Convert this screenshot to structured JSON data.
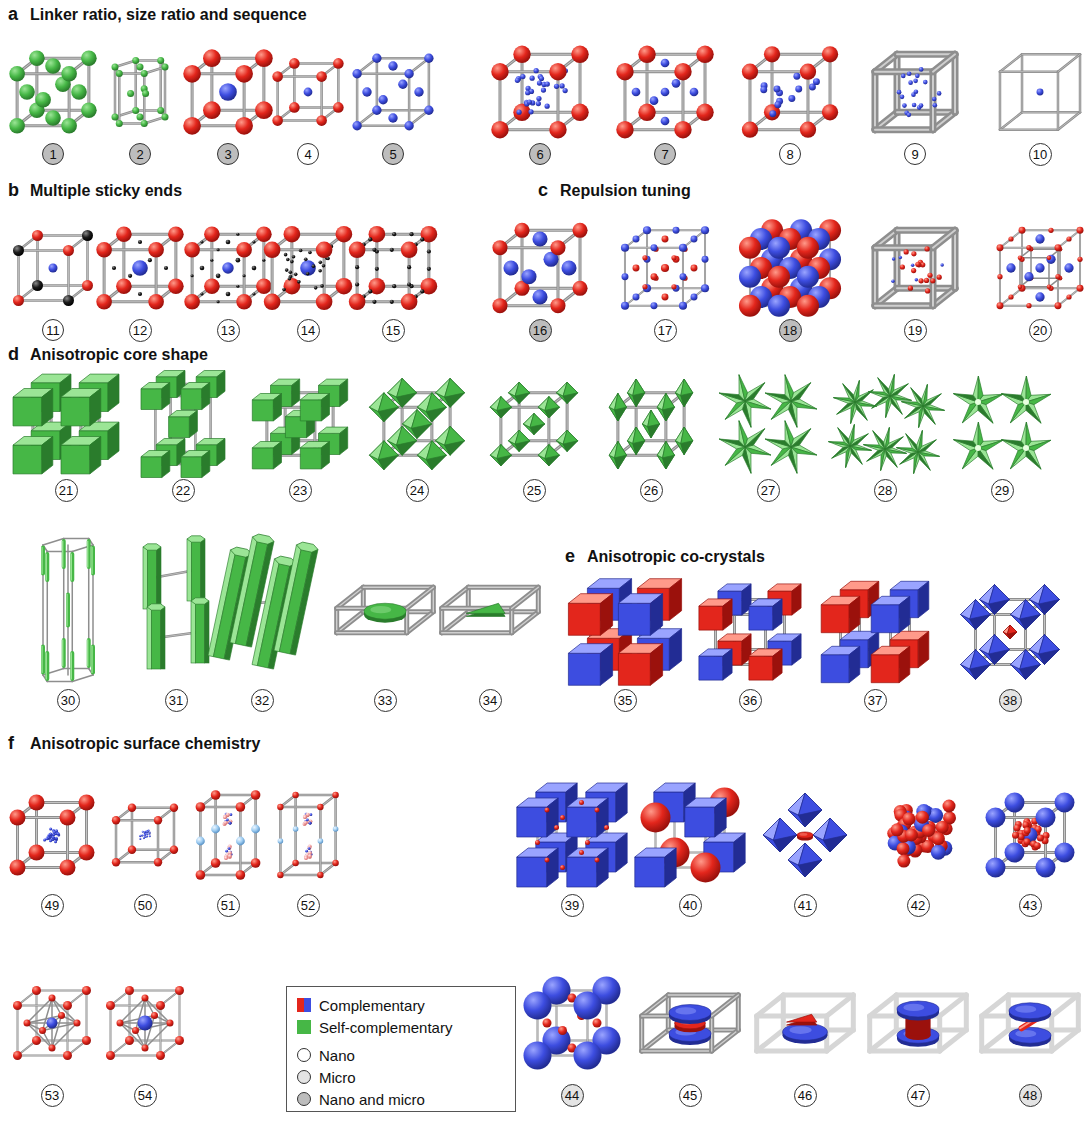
{
  "diagram": {
    "nodes": [
      {
        "text": [
          "1"
        ]
      },
      {
        "text": [
          "2"
        ]
      },
      {
        "text": [
          "3"
        ]
      },
      {
        "text": [
          "4"
        ]
      },
      {
        "text": [
          "5"
        ]
      },
      {
        "text": [
          "6"
        ]
      },
      {
        "text": [
          "7"
        ]
      },
      {
        "text": [
          "8"
        ]
      },
      {
        "text": [
          "9"
        ]
      },
      {
        "text": [
          "10"
        ]
      },
      {
        "text": [
          "11"
        ]
      },
      {
        "text": [
          "12"
        ]
      },
      {
        "text": [
          "13"
        ]
      },
      {
        "text": [
          "14"
        ]
      },
      {
        "text": [
          "15"
        ]
      },
      {
        "text": [
          "16"
        ]
      },
      {
        "text": [
          "17"
        ]
      },
      {
        "text": [
          "18"
        ]
      },
      {
        "text": [
          "19"
        ]
      },
      {
        "text": [
          "20"
        ]
      },
      {
        "text": [
          "21"
        ]
      },
      {
        "text": [
          "22"
        ]
      },
      {
        "text": [
          "23"
        ]
      },
      {
        "text": [
          "24"
        ]
      },
      {
        "text": [
          "25"
        ]
      },
      {
        "text": [
          "26"
        ]
      },
      {
        "text": [
          "27"
        ]
      },
      {
        "text": [
          "28"
        ]
      },
      {
        "text": [
          "29"
        ]
      },
      {
        "text": [
          "30"
        ]
      },
      {
        "text": [
          "31"
        ]
      },
      {
        "text": [
          "32"
        ]
      },
      {
        "text": [
          "33"
        ]
      },
      {
        "text": [
          "34"
        ]
      },
      {
        "text": [
          "35"
        ]
      },
      {
        "text": [
          "36"
        ]
      },
      {
        "text": [
          "37"
        ]
      },
      {
        "text": [
          "38"
        ]
      },
      {
        "text": [
          "39"
        ]
      },
      {
        "text": [
          "40"
        ]
      },
      {
        "text": [
          "41"
        ]
      },
      {
        "text": [
          "42"
        ]
      },
      {
        "text": [
          "43"
        ]
      },
      {
        "text": [
          "44"
        ]
      },
      {
        "text": [
          "45"
        ]
      },
      {
        "text": [
          "46"
        ]
      },
      {
        "text": [
          "47"
        ]
      },
      {
        "text": [
          "48"
        ]
      },
      {
        "text": [
          "49"
        ]
      },
      {
        "text": [
          "50"
        ]
      },
      {
        "text": [
          "51"
        ]
      },
      {
        "text": [
          "52"
        ]
      },
      {
        "text": [
          "53"
        ]
      },
      {
        "text": [
          "54"
        ]
      }
    ],
    "labels": [
      "a",
      "Linker ratio, size ratio and sequence",
      "b",
      "Multiple sticky ends",
      "c",
      "Repulsion tuning",
      "d",
      "Anisotropic core shape",
      "e",
      "Anisotropic co-crystals",
      "f",
      "Anisotropic surface chemistry"
    ],
    "legend": [
      {
        "text": "Complementary"
      },
      {
        "text": "Self-complementary",
        "color": "#46b746"
      },
      {
        "text": "Nano",
        "color": "#ffffff"
      },
      {
        "text": "Micro",
        "color": "#e4e4e4"
      },
      {
        "text": "Nano and micro",
        "color": "#bdbdbd"
      }
    ]
  }
}
